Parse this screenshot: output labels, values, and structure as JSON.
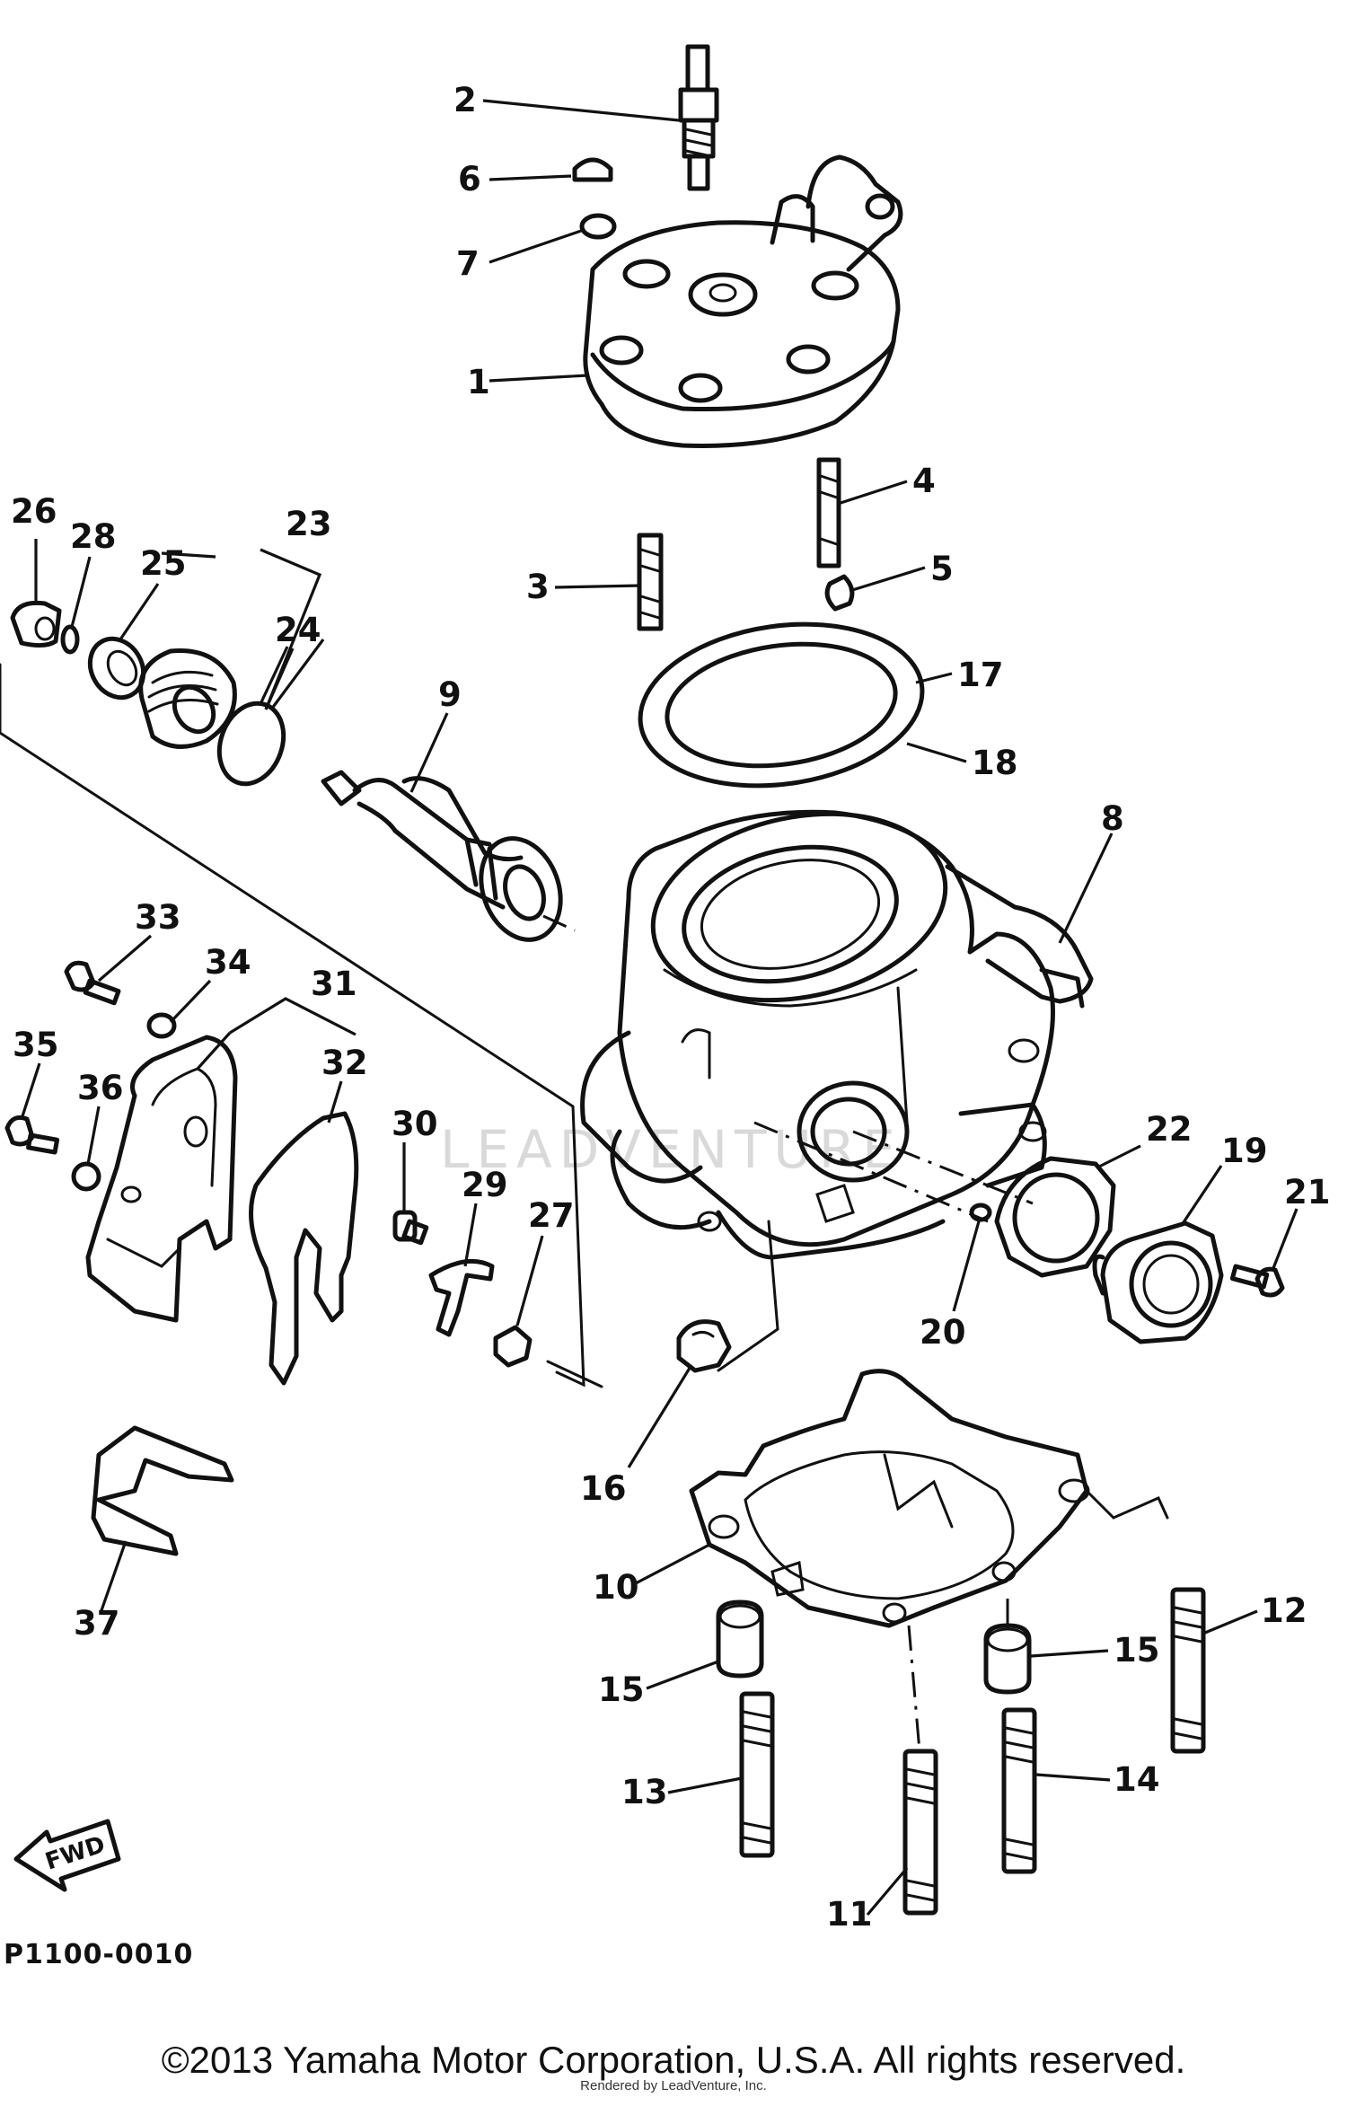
{
  "figure_code": "P1100-0010",
  "fwd_label": "FWD",
  "watermark": "LEADVENTURE",
  "copyright": "©2013 Yamaha Motor Corporation, U.S.A. All rights reserved.",
  "rendered_note": "Rendered by LeadVenture, Inc.",
  "callouts": {
    "c1": "1",
    "c2": "2",
    "c3": "3",
    "c4": "4",
    "c5": "5",
    "c6": "6",
    "c7": "7",
    "c8": "8",
    "c9": "9",
    "c10": "10",
    "c11": "11",
    "c12": "12",
    "c13": "13",
    "c14": "14",
    "c15a": "15",
    "c15b": "15",
    "c16": "16",
    "c17": "17",
    "c18": "18",
    "c19": "19",
    "c20": "20",
    "c21": "21",
    "c22": "22",
    "c23": "23",
    "c24": "24",
    "c25": "25",
    "c26": "26",
    "c27": "27",
    "c28": "28",
    "c29": "29",
    "c30": "30",
    "c31": "31",
    "c32": "32",
    "c33": "33",
    "c34": "34",
    "c35": "35",
    "c36": "36",
    "c37": "37"
  }
}
